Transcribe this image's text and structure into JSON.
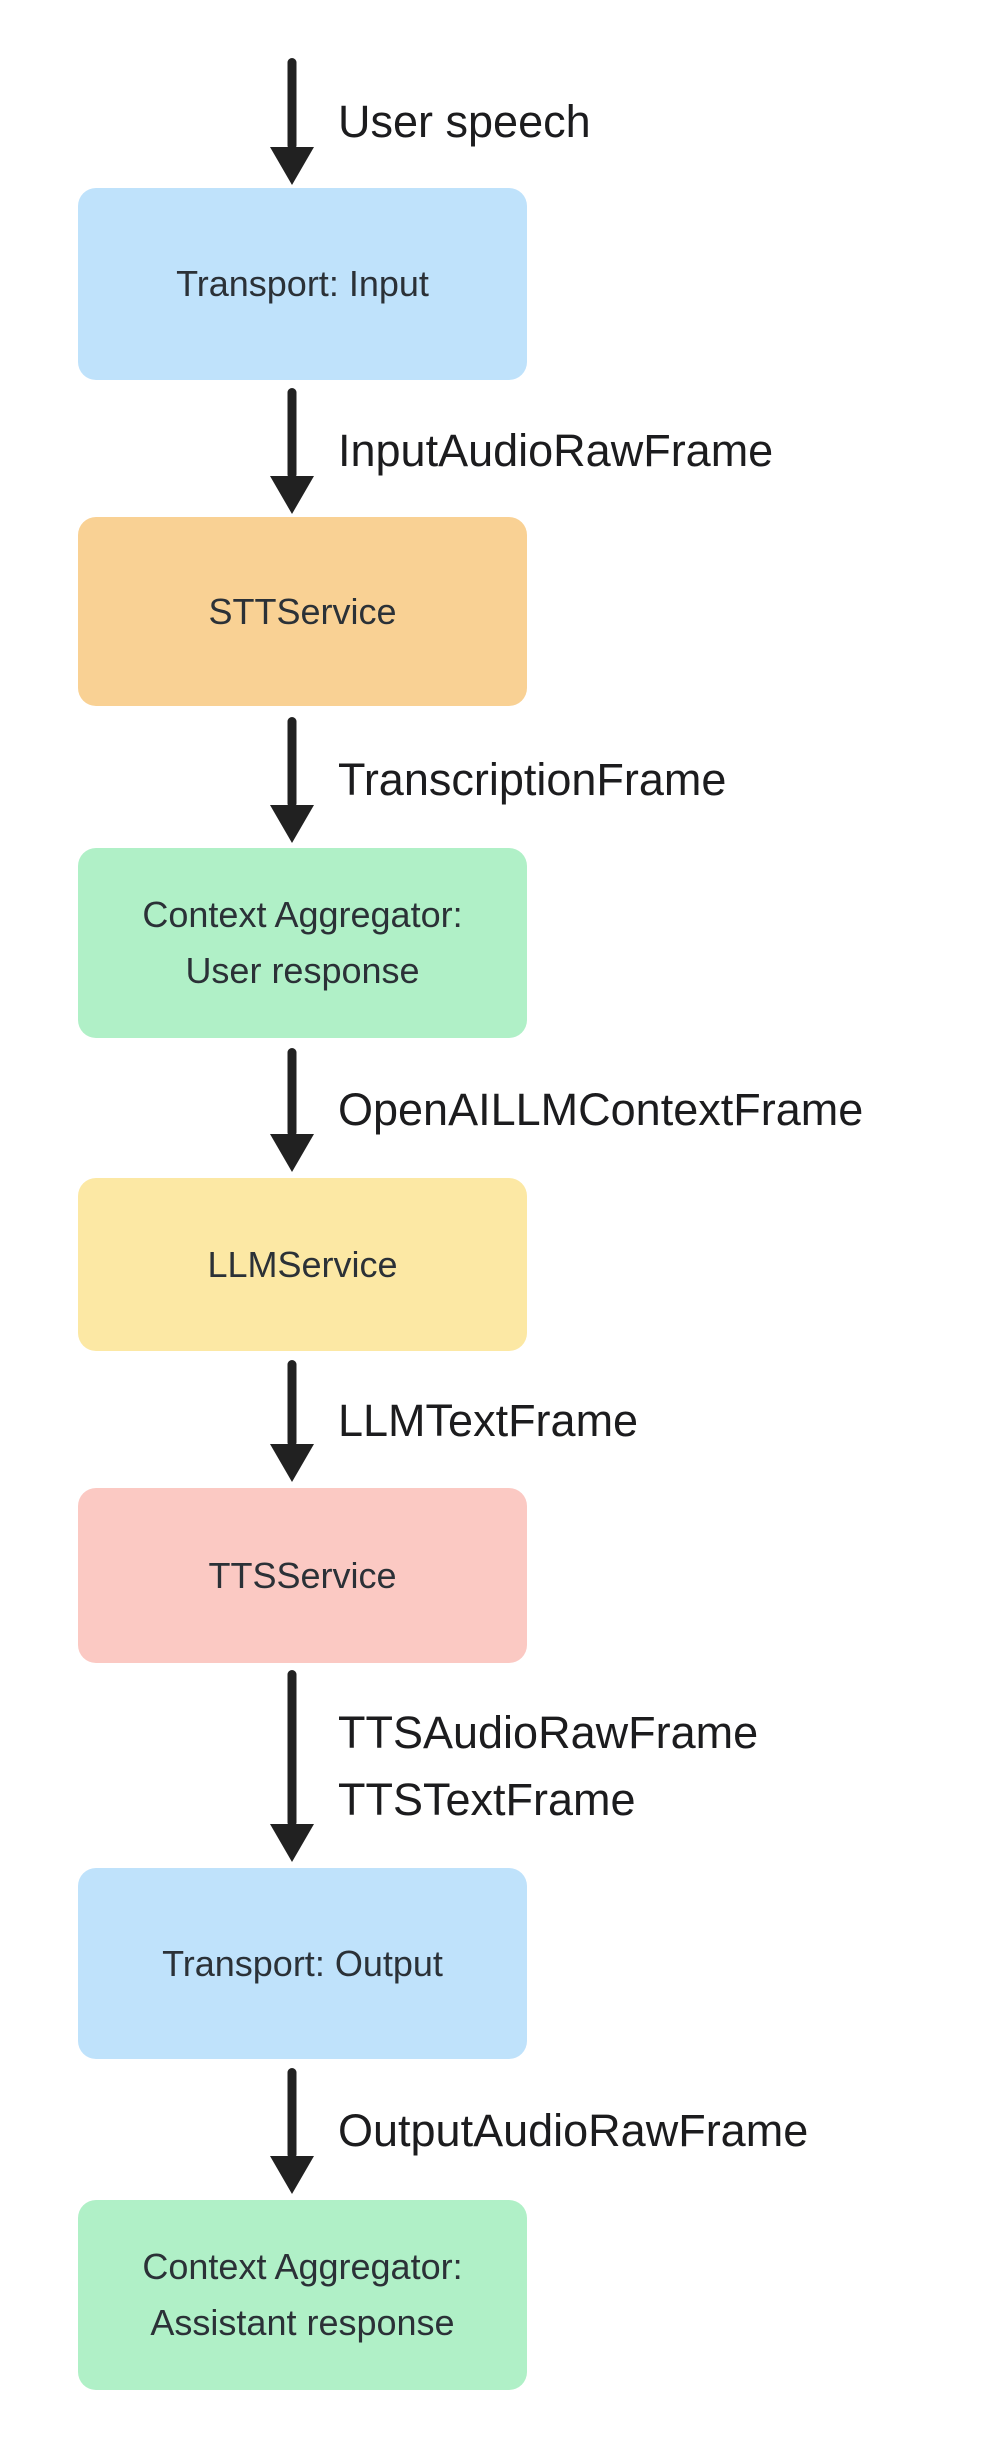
{
  "diagram": {
    "type": "flowchart",
    "direction": "top-down",
    "nodes": [
      {
        "id": "transport-input",
        "label": "Transport: Input",
        "color": "#bfe2fb"
      },
      {
        "id": "stt-service",
        "label": "STTService",
        "color": "#f9d194"
      },
      {
        "id": "context-aggregator-user",
        "label": "Context Aggregator:\nUser response",
        "color": "#b0f0c7"
      },
      {
        "id": "llm-service",
        "label": "LLMService",
        "color": "#fce8a4"
      },
      {
        "id": "tts-service",
        "label": "TTSService",
        "color": "#fbc9c3"
      },
      {
        "id": "transport-output",
        "label": "Transport: Output",
        "color": "#bfe2fb"
      },
      {
        "id": "context-aggregator-assistant",
        "label": "Context Aggregator:\nAssistant response",
        "color": "#b0f0c7"
      }
    ],
    "edges": [
      {
        "from": "user",
        "to": "transport-input",
        "label": "User speech"
      },
      {
        "from": "transport-input",
        "to": "stt-service",
        "label": "InputAudioRawFrame"
      },
      {
        "from": "stt-service",
        "to": "context-aggregator-user",
        "label": "TranscriptionFrame"
      },
      {
        "from": "context-aggregator-user",
        "to": "llm-service",
        "label": "OpenAILLMContextFrame"
      },
      {
        "from": "llm-service",
        "to": "tts-service",
        "label": "LLMTextFrame"
      },
      {
        "from": "tts-service",
        "to": "transport-output",
        "label": "TTSAudioRawFrame\nTTSTextFrame"
      },
      {
        "from": "transport-output",
        "to": "context-aggregator-assistant",
        "label": "OutputAudioRawFrame"
      }
    ],
    "colors": {
      "background": "#ffffff",
      "arrow": "#212121",
      "node_text": "#2b3137",
      "edge_label_text": "#1c1c1e"
    }
  }
}
